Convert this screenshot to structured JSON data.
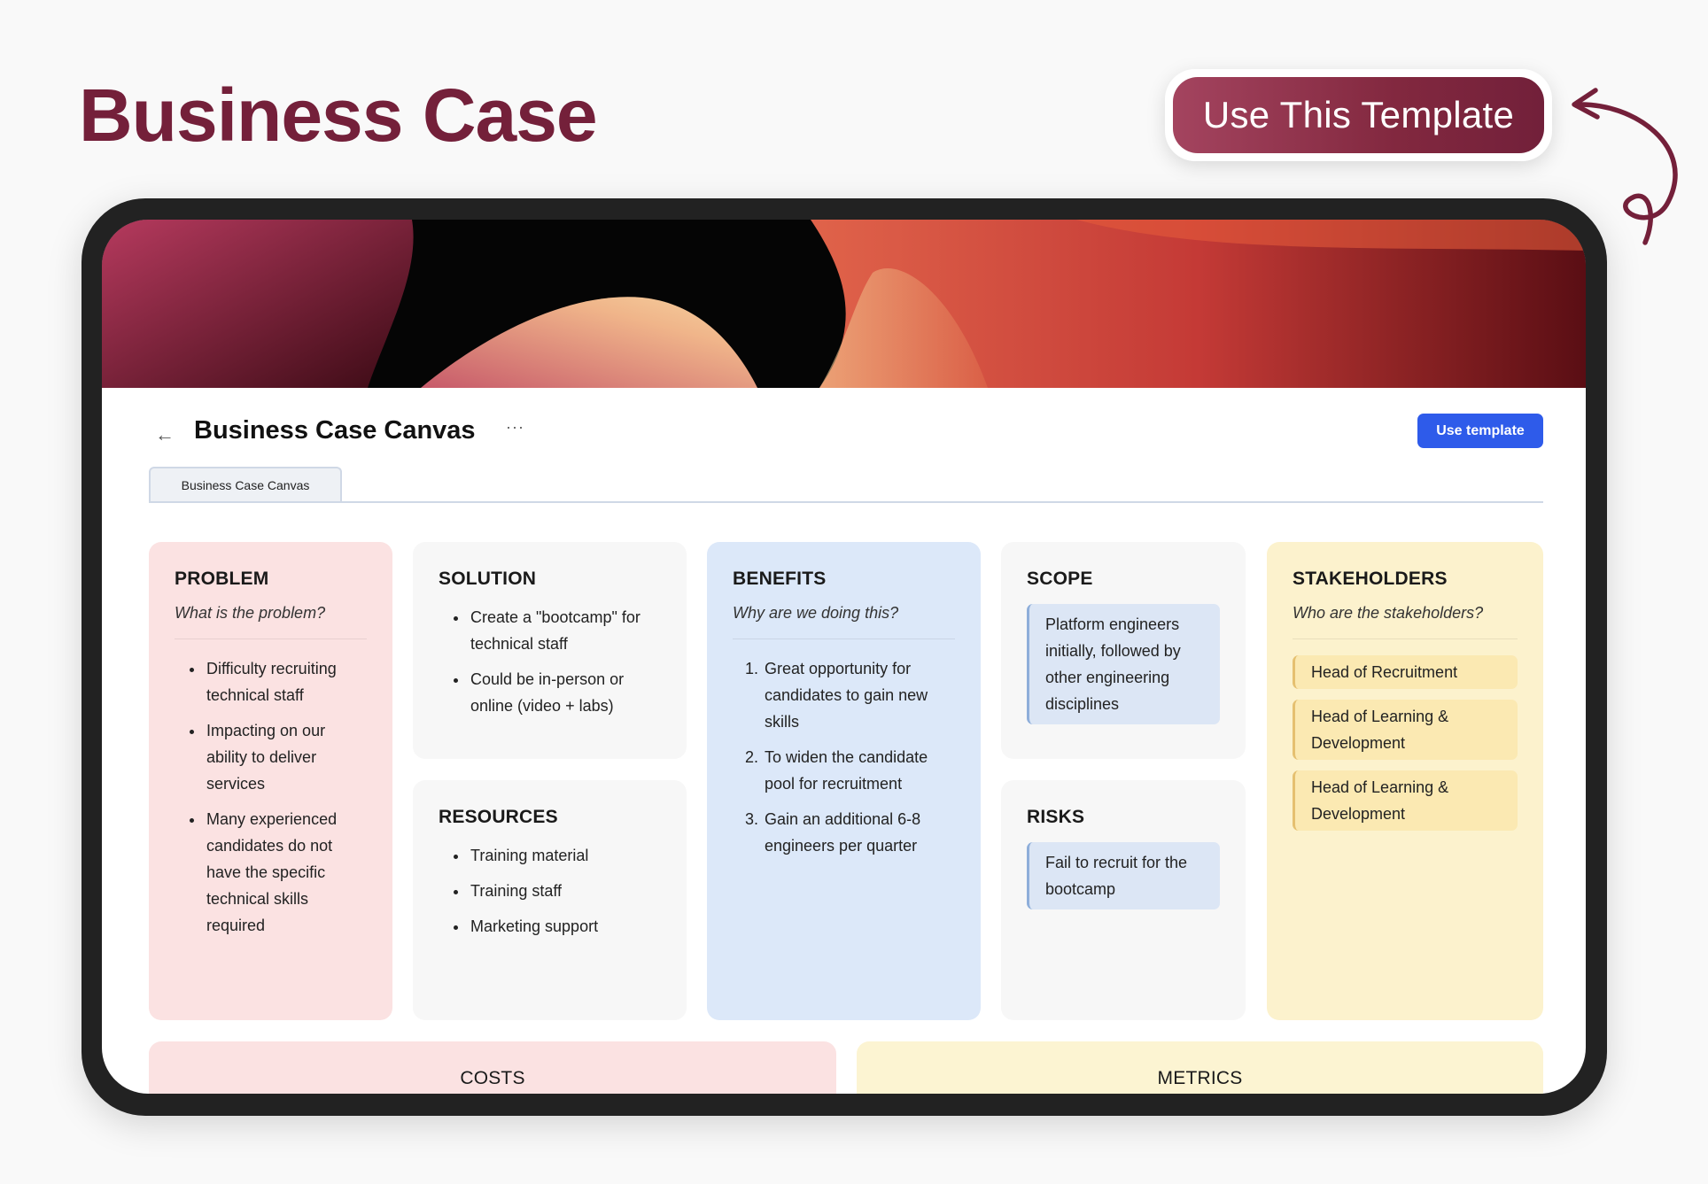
{
  "page": {
    "title": "Business Case",
    "cta_label": "Use This Template"
  },
  "colors": {
    "brand": "#74203a",
    "primary_button": "#2e5bea",
    "problem_bg": "#fbe2e2",
    "benefits_bg": "#dce8f9",
    "stakeholders_bg": "#fcf2cd",
    "neutral_bg": "#f7f7f7"
  },
  "icons": {
    "back": "arrow-left-icon",
    "more": "more-options-icon",
    "curved_arrow": "curved-arrow-icon"
  },
  "app": {
    "canvas_title": "Business Case Canvas",
    "more_label": "···",
    "use_template_label": "Use template",
    "tab_label": "Business Case Canvas"
  },
  "cards": {
    "problem": {
      "title": "PROBLEM",
      "subtitle": "What is the problem?",
      "items": [
        "Difficulty recruiting technical staff",
        "Impacting on our ability to deliver services",
        "Many experienced candidates do not have the specific technical skills required"
      ]
    },
    "solution": {
      "title": "SOLUTION",
      "items": [
        "Create a \"bootcamp\" for technical staff",
        "Could be in-person or online (video + labs)"
      ]
    },
    "resources": {
      "title": "RESOURCES",
      "items": [
        "Training material",
        "Training staff",
        "Marketing support"
      ]
    },
    "benefits": {
      "title": "BENEFITS",
      "subtitle": "Why are we doing this?",
      "items": [
        "Great opportunity for candidates to gain new skills",
        "To widen the candidate pool for recruitment",
        "Gain an additional 6-8 engineers per quarter"
      ]
    },
    "scope": {
      "title": "SCOPE",
      "note": "Platform engineers initially, followed by other engineering disciplines"
    },
    "risks": {
      "title": "RISKS",
      "note": "Fail to recruit for the bootcamp"
    },
    "stakeholders": {
      "title": "STAKEHOLDERS",
      "subtitle": "Who are the stakeholders?",
      "items": [
        "Head of Recruitment",
        "Head of Learning & Development",
        "Head of Learning & Development"
      ]
    },
    "costs": {
      "title": "COSTS"
    },
    "metrics": {
      "title": "METRICS"
    }
  }
}
